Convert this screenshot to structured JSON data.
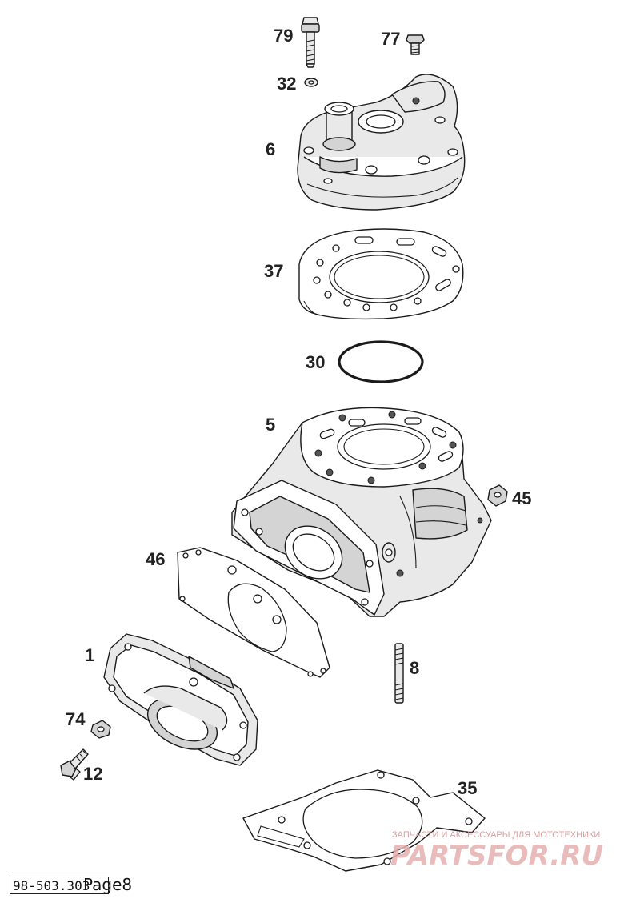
{
  "diagram": {
    "labels": {
      "p79": "79",
      "p77": "77",
      "p32": "32",
      "p6": "6",
      "p37": "37",
      "p30": "30",
      "p5": "5",
      "p45": "45",
      "p46": "46",
      "p1": "1",
      "p8": "8",
      "p74": "74",
      "p12": "12",
      "p35": "35"
    }
  },
  "watermark": {
    "tagline": "ЗАПЧАСТИ И АКСЕССУАРЫ ДЛЯ МОТОТЕХНИКИ",
    "logo": "PARTSFOR.RU"
  },
  "footer": {
    "code": "98-503.303",
    "page": "Page8"
  },
  "colors": {
    "line": "#1a1a1a",
    "shade": "#d4d4d4",
    "watermark": "#e7b0b0"
  }
}
